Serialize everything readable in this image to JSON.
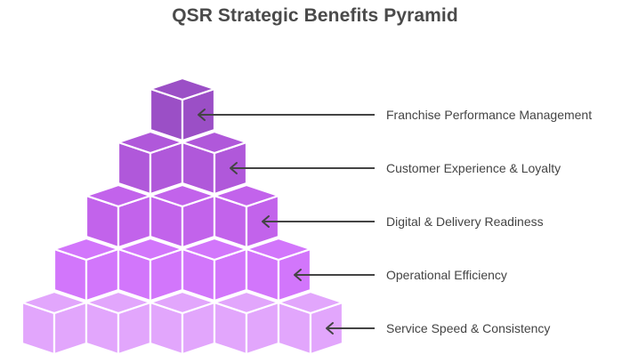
{
  "title": "QSR Strategic Benefits Pyramid",
  "levels": [
    {
      "label": "Franchise Performance Management",
      "cubes": 1,
      "color": "#9b4fc6"
    },
    {
      "label": "Customer Experience & Loyalty",
      "cubes": 2,
      "color": "#b058da"
    },
    {
      "label": "Digital & Delivery Readiness",
      "cubes": 3,
      "color": "#c263eb"
    },
    {
      "label": "Operational Efficiency",
      "cubes": 4,
      "color": "#d276fb"
    },
    {
      "label": "Service Speed & Consistency",
      "cubes": 5,
      "color": "#e2a6fc"
    }
  ],
  "arrow_color": "#444444"
}
